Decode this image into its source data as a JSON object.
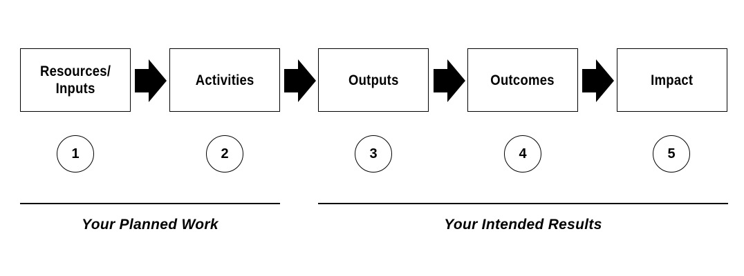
{
  "steps": [
    {
      "label": "Resources/\nInputs",
      "number": "1"
    },
    {
      "label": "Activities",
      "number": "2"
    },
    {
      "label": "Outputs",
      "number": "3"
    },
    {
      "label": "Outcomes",
      "number": "4"
    },
    {
      "label": "Impact",
      "number": "5"
    }
  ],
  "groups": [
    {
      "label": "Your Planned Work"
    },
    {
      "label": "Your Intended Results"
    }
  ],
  "colors": {
    "stroke": "#000000",
    "background": "#ffffff"
  },
  "icons": {
    "connector": "right-arrow-icon"
  }
}
